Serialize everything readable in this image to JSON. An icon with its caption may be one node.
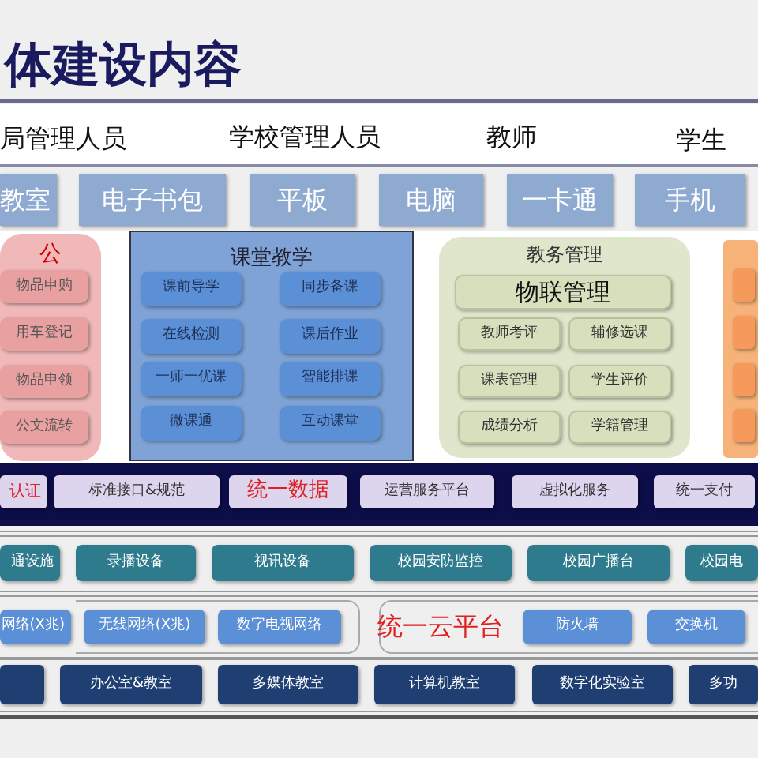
{
  "diagram": {
    "title": "体建设内容",
    "nodes": [
      {
        "text": [
          "教室"
        ]
      },
      {
        "text": [
          "电子书包"
        ]
      },
      {
        "text": [
          "平板"
        ]
      },
      {
        "text": [
          "电脑"
        ]
      },
      {
        "text": [
          "一卡通"
        ]
      },
      {
        "text": [
          "手机"
        ]
      },
      {
        "text": [
          "公"
        ]
      },
      {
        "text": [
          "物品申购"
        ],
        "in": 6
      },
      {
        "text": [
          "用车登记"
        ],
        "in": 6
      },
      {
        "text": [
          "物品申领"
        ],
        "in": 6
      },
      {
        "text": [
          "公文流转"
        ],
        "in": 6
      },
      {
        "text": [
          "课堂教学"
        ]
      },
      {
        "text": [
          "课前导学"
        ],
        "in": 11
      },
      {
        "text": [
          "同步备课"
        ],
        "in": 11
      },
      {
        "text": [
          "在线检测"
        ],
        "in": 11
      },
      {
        "text": [
          "课后作业"
        ],
        "in": 11
      },
      {
        "text": [
          "一师一优课"
        ],
        "in": 11
      },
      {
        "text": [
          "智能排课"
        ],
        "in": 11
      },
      {
        "text": [
          "微课通"
        ],
        "in": 11
      },
      {
        "text": [
          "互动课堂"
        ],
        "in": 11
      },
      {
        "text": [
          "教务管理"
        ]
      },
      {
        "text": [
          "物联管理"
        ],
        "in": 20
      },
      {
        "text": [
          "教师考评"
        ],
        "in": 20
      },
      {
        "text": [
          "辅修选课"
        ],
        "in": 20
      },
      {
        "text": [
          "课表管理"
        ],
        "in": 20
      },
      {
        "text": [
          "学生评价"
        ],
        "in": 20
      },
      {
        "text": [
          "成绩分析"
        ],
        "in": 20
      },
      {
        "text": [
          "学籍管理"
        ],
        "in": 20
      },
      {
        "text": [],
        "shape": "box"
      },
      {
        "text": [],
        "shape": "box",
        "in": 28
      },
      {
        "text": [],
        "shape": "box",
        "in": 28
      },
      {
        "text": [],
        "shape": "box",
        "in": 28
      },
      {
        "text": [],
        "shape": "box",
        "in": 28
      },
      {
        "text": [
          "认证"
        ]
      },
      {
        "text": [
          "标准接口&规范"
        ]
      },
      {
        "text": [
          "统一数据"
        ]
      },
      {
        "text": [
          "运营服务平台"
        ]
      },
      {
        "text": [
          "虚拟化服务"
        ]
      },
      {
        "text": [
          "统一支付"
        ]
      },
      {
        "text": [
          "通设施"
        ]
      },
      {
        "text": [
          "录播设备"
        ]
      },
      {
        "text": [
          "视讯设备"
        ]
      },
      {
        "text": [
          "校园安防监控"
        ]
      },
      {
        "text": [
          "校园广播台"
        ]
      },
      {
        "text": [
          "校园电"
        ]
      },
      {
        "text": [
          "网络(X兆)"
        ]
      },
      {
        "text": [
          "无线网络(X兆)"
        ]
      },
      {
        "text": [
          "数字电视网络"
        ]
      },
      {
        "text": [
          "统一云平台"
        ]
      },
      {
        "text": [
          "防火墙"
        ]
      },
      {
        "text": [
          "交换机"
        ]
      },
      {
        "text": [],
        "shape": "box"
      },
      {
        "text": [
          "办公室&教室"
        ]
      },
      {
        "text": [
          "多媒体教室"
        ]
      },
      {
        "text": [
          "计算机教室"
        ]
      },
      {
        "text": [
          "数字化实验室"
        ]
      },
      {
        "text": [
          "多功"
        ]
      }
    ],
    "edges": [],
    "labels": [
      "局管理人员",
      "学校管理人员",
      "教师",
      "学生"
    ]
  }
}
